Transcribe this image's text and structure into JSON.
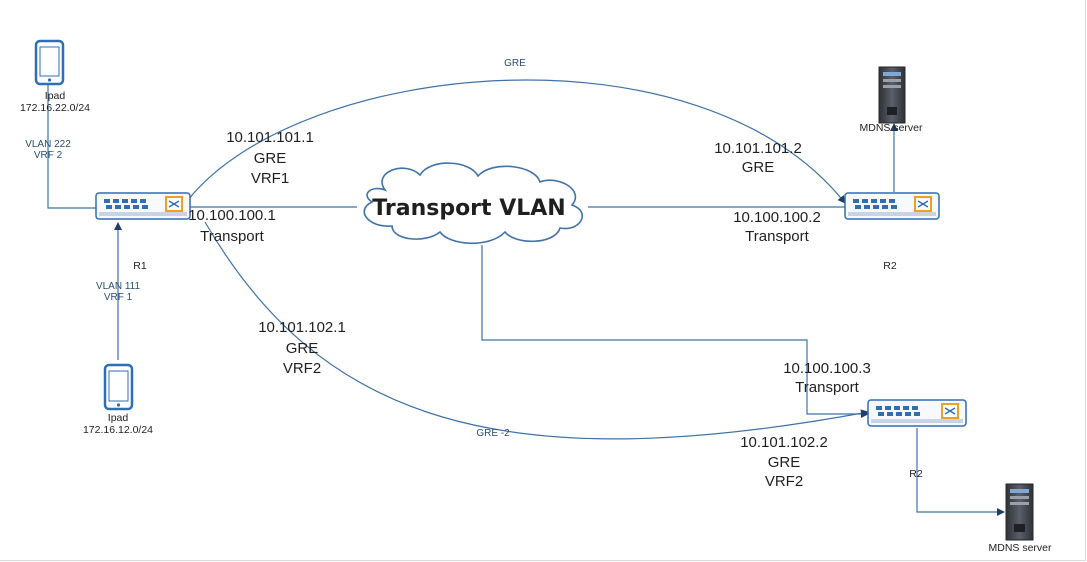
{
  "cloud": {
    "label": "Transport VLAN"
  },
  "devices": {
    "ipad_top": {
      "name": "Ipad",
      "subnet": "172.16.22.0/24"
    },
    "ipad_bottom": {
      "name": "Ipad",
      "subnet": "172.16.12.0/24"
    },
    "r1": {
      "name": "R1"
    },
    "r2_top": {
      "name": "R2"
    },
    "r2_bottom": {
      "name": "R2"
    },
    "mdns_top": {
      "name": "MDNS server"
    },
    "mdns_bottom": {
      "name": "MDNS server"
    }
  },
  "links": {
    "vlan_222": {
      "line1": "VLAN 222",
      "line2": "VRF 2"
    },
    "vlan_111": {
      "line1": "VLAN 111",
      "line2": "VRF 1"
    },
    "gre_top": {
      "label": "GRE"
    },
    "gre_bottom": {
      "label": "GRE -2"
    }
  },
  "addresses": {
    "r1_gre1": {
      "ip": "10.101.101.1",
      "l2": "GRE",
      "l3": "VRF1"
    },
    "r1_transport": {
      "ip": "10.100.100.1",
      "l2": "Transport"
    },
    "r1_gre2": {
      "ip": "10.101.102.1",
      "l2": "GRE",
      "l3": "VRF2"
    },
    "r2_gre1": {
      "ip": "10.101.101.2",
      "l2": "GRE"
    },
    "r2_transport": {
      "ip": "10.100.100.2",
      "l2": "Transport"
    },
    "r3_transport": {
      "ip": "10.100.100.3",
      "l2": "Transport"
    },
    "r3_gre2": {
      "ip": "10.101.102.2",
      "l2": "GRE",
      "l3": "VRF2"
    }
  },
  "colors": {
    "line": "#3f72a8",
    "device_blue": "#2f6db5",
    "accent_orange": "#f0a020",
    "server_dark": "#3a3d44"
  }
}
